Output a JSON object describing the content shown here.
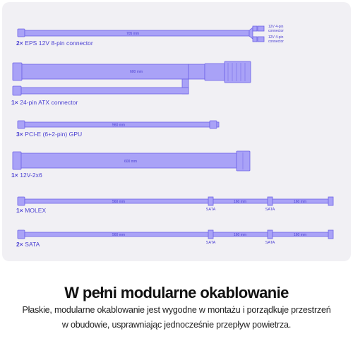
{
  "cables": [
    {
      "count": "2×",
      "name": "EPS 12V 8-pin connector",
      "length": "705 mm",
      "connectors": [
        "12V 4-pin connector",
        "12V 4-pin connector"
      ]
    },
    {
      "count": "1×",
      "name": "24-pin ATX connector",
      "length": "600 mm"
    },
    {
      "count": "3×",
      "name": "PCI-E (6+2-pin) GPU",
      "length": "560 mm"
    },
    {
      "count": "1×",
      "name": "12V-2x6",
      "length": "600 mm"
    },
    {
      "count": "1×",
      "name": "MOLEX",
      "lengths": [
        "560 mm",
        "160 mm",
        "160 mm"
      ],
      "taps": [
        "SATA",
        "SATA"
      ]
    },
    {
      "count": "2×",
      "name": "SATA",
      "lengths": [
        "560 mm",
        "160 mm",
        "160 mm"
      ],
      "taps": [
        "SATA",
        "SATA"
      ]
    }
  ],
  "heading": "W pełni modularne okablowanie",
  "description": [
    "Płaskie, modularne okablowanie jest wygodne w montażu i porządkuje przestrzeń",
    "w obudowie, usprawniając jednocześnie przepływ powietrza."
  ],
  "colors": {
    "panel": "#f1f0f4",
    "cable_fill": "#a9a2f7",
    "cable_stroke": "#6d63e6",
    "label": "#4a3fd2"
  }
}
